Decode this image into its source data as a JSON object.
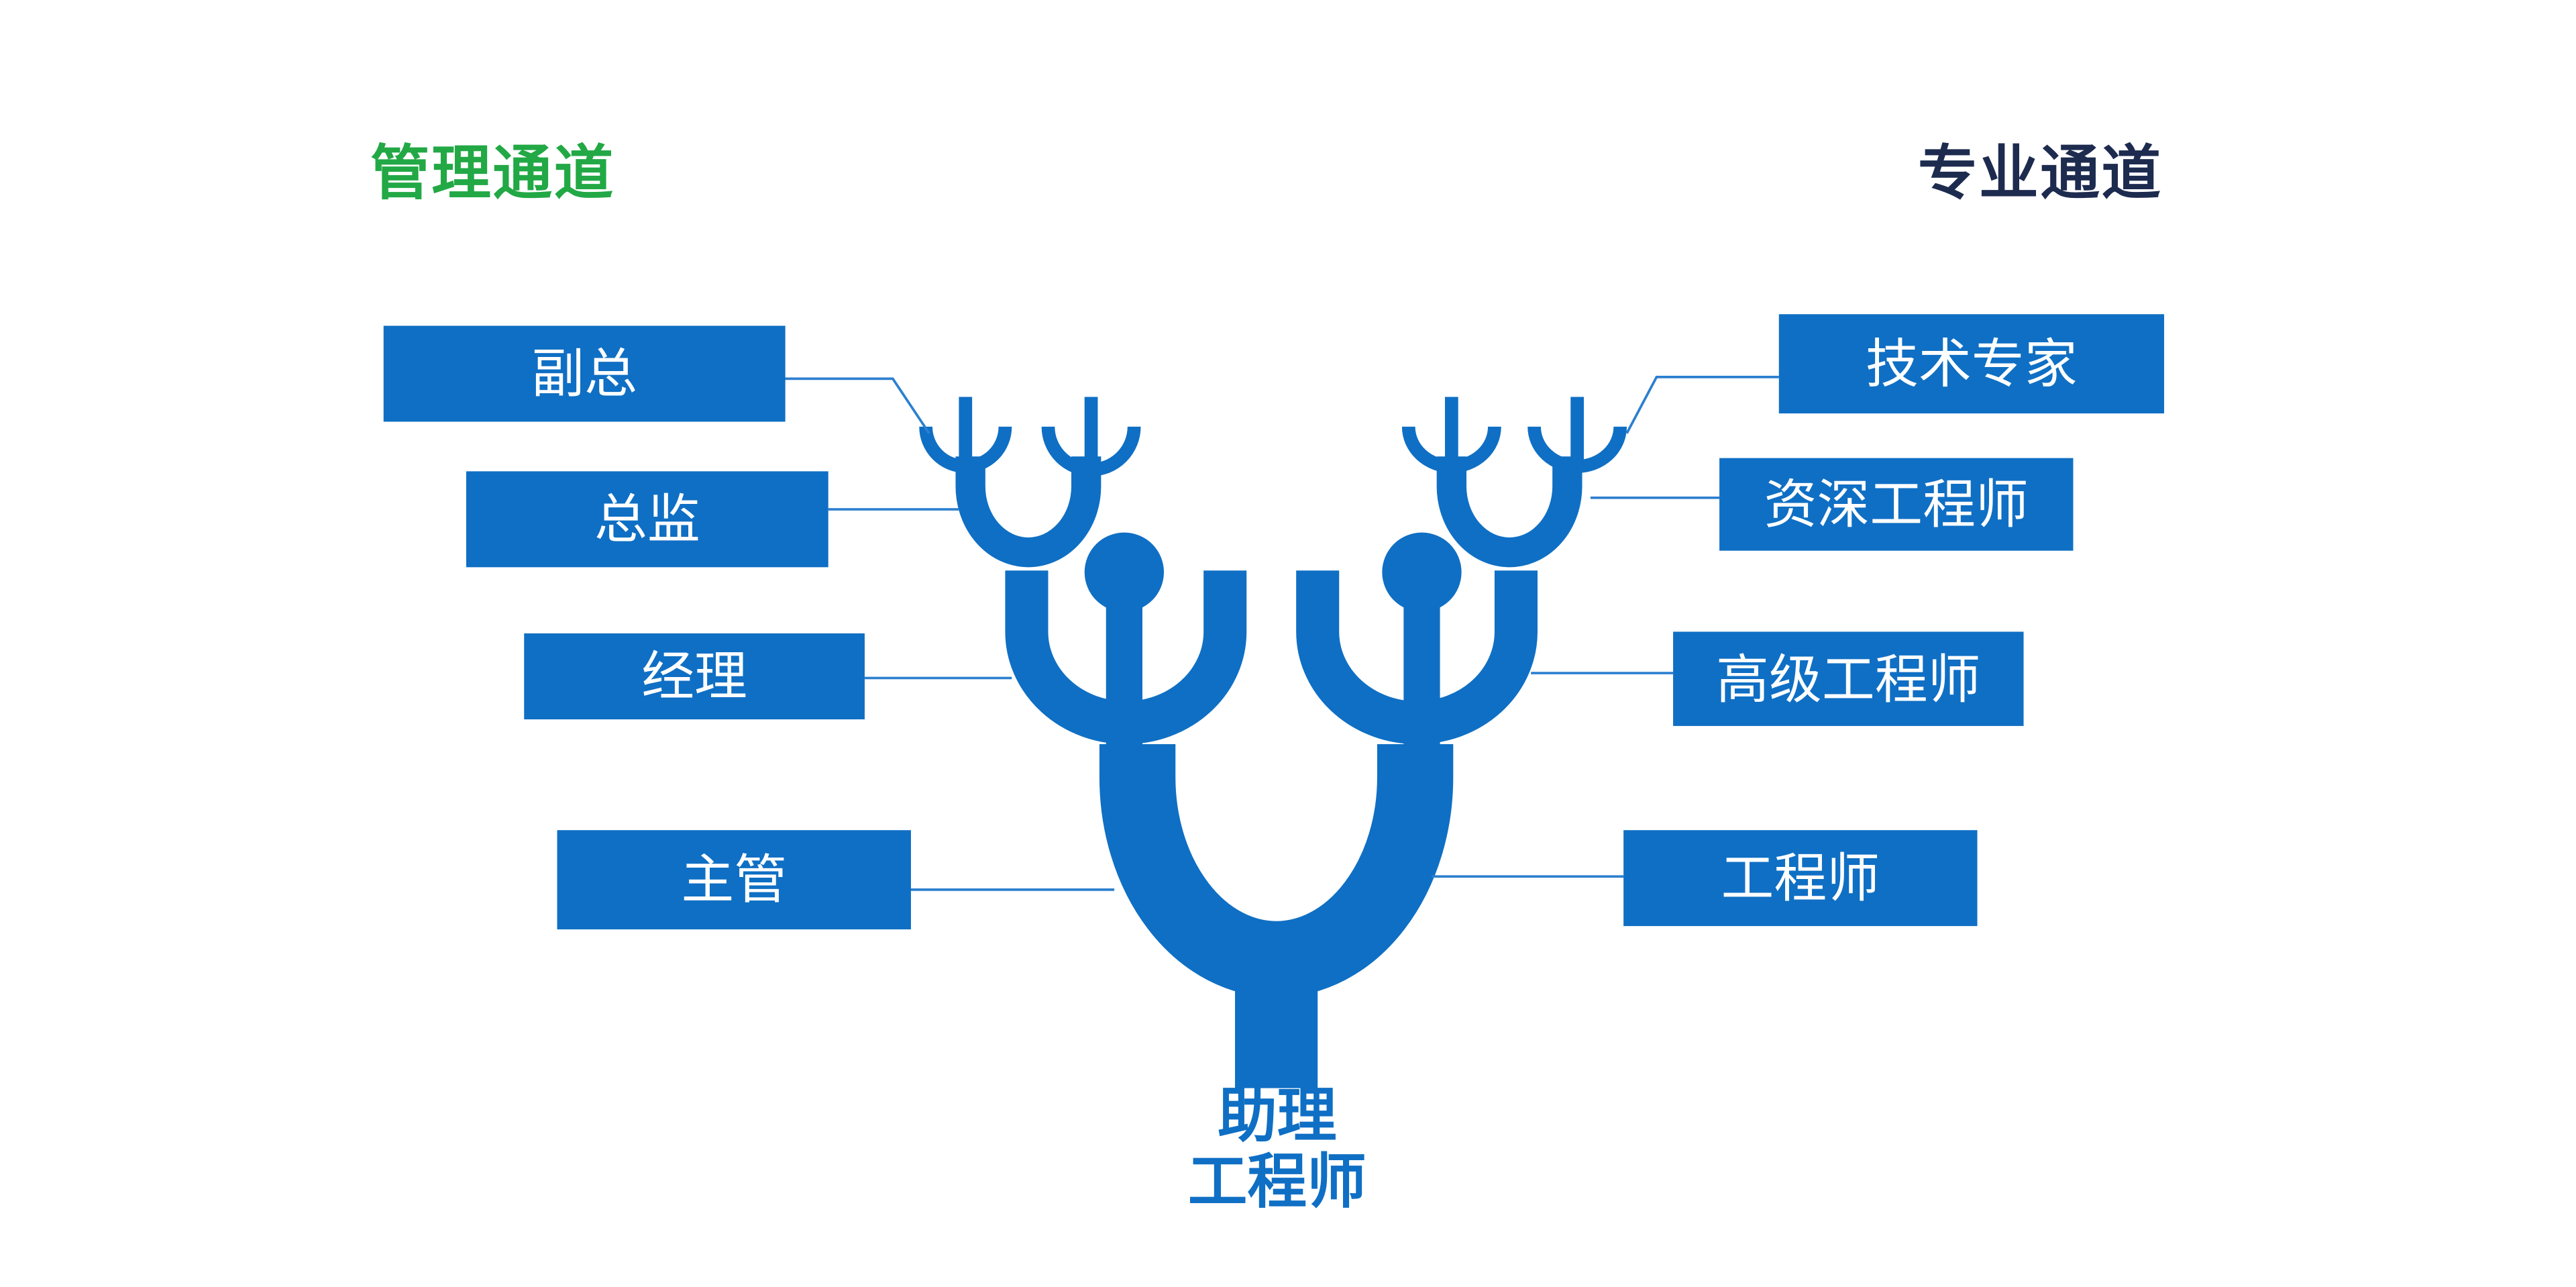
{
  "headings": {
    "management": "管理通道",
    "professional": "专业通道"
  },
  "management_levels": [
    "副总",
    "总监",
    "经理",
    "主管"
  ],
  "professional_levels": [
    "技术专家",
    "资深工程师",
    "高级工程师",
    "工程师"
  ],
  "root": {
    "line1": "助理",
    "line2": "工程师"
  },
  "colors": {
    "tree_blue": "#0f6fc4",
    "management_green": "#22a845",
    "professional_navy": "#1d2b4f",
    "box_text": "#ffffff",
    "background": "#ffffff"
  }
}
